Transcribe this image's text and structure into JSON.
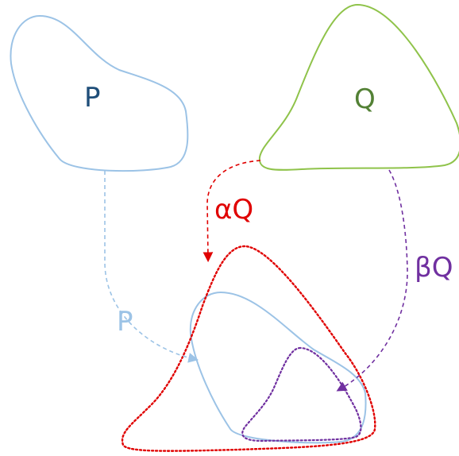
{
  "diagram": {
    "labels": {
      "p_top": "P",
      "q_top": "Q",
      "alpha_q": "αQ",
      "beta_q": "βQ",
      "p_moved": "P"
    },
    "colors": {
      "p_shape": "#9cc3e6",
      "p_label_dark": "#1f4e79",
      "q_shape": "#8fc34a",
      "q_label": "#538135",
      "alpha": "#e00000",
      "beta": "#7030a0",
      "p_moved_label": "#9cc3e6"
    }
  }
}
